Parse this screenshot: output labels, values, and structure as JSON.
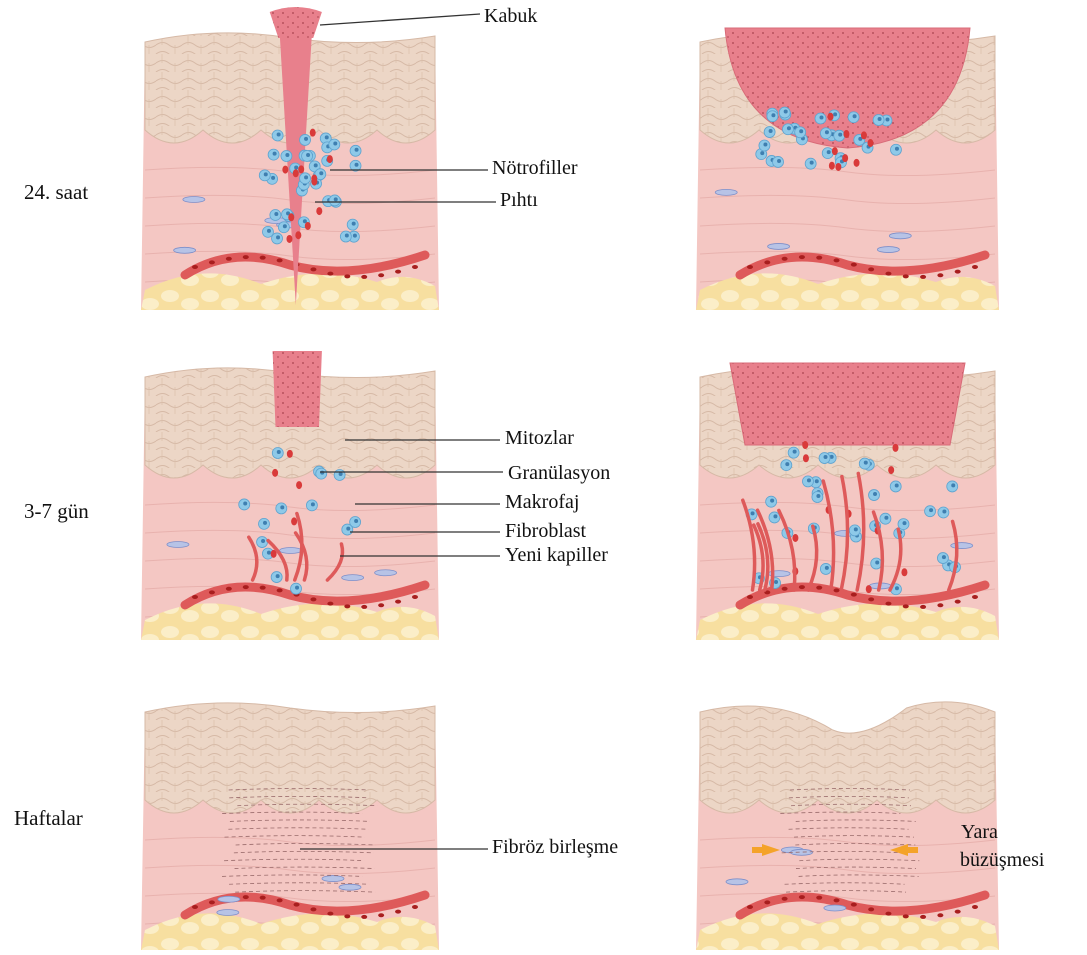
{
  "rows": [
    {
      "label": "24. saat"
    },
    {
      "label": "3-7 gün"
    },
    {
      "label": "Haftalar"
    }
  ],
  "callouts": {
    "kabuk": "Kabuk",
    "notrofiller": "Nötrofiller",
    "pihti": "Pıhtı",
    "mitozlar": "Mitozlar",
    "granulasyon": "Granülasyon",
    "makrofaj": "Makrofaj",
    "fibroblast": "Fibroblast",
    "yeni_kapiller": "Yeni kapiller",
    "fibroz_birlesme": "Fibröz birleşme",
    "yara_1": "Yara",
    "yara_2": "büzüşmesi"
  },
  "colors": {
    "epidermis": "#ecd6c6",
    "dermis": "#f4c7c3",
    "fat": "#f7dfa0",
    "scab": "#e8808c",
    "blood_cell": "#d93a3a",
    "neutrophil": "#8ec9e8",
    "vessel": "#de5a5a",
    "arrow": "#f4a32a"
  }
}
